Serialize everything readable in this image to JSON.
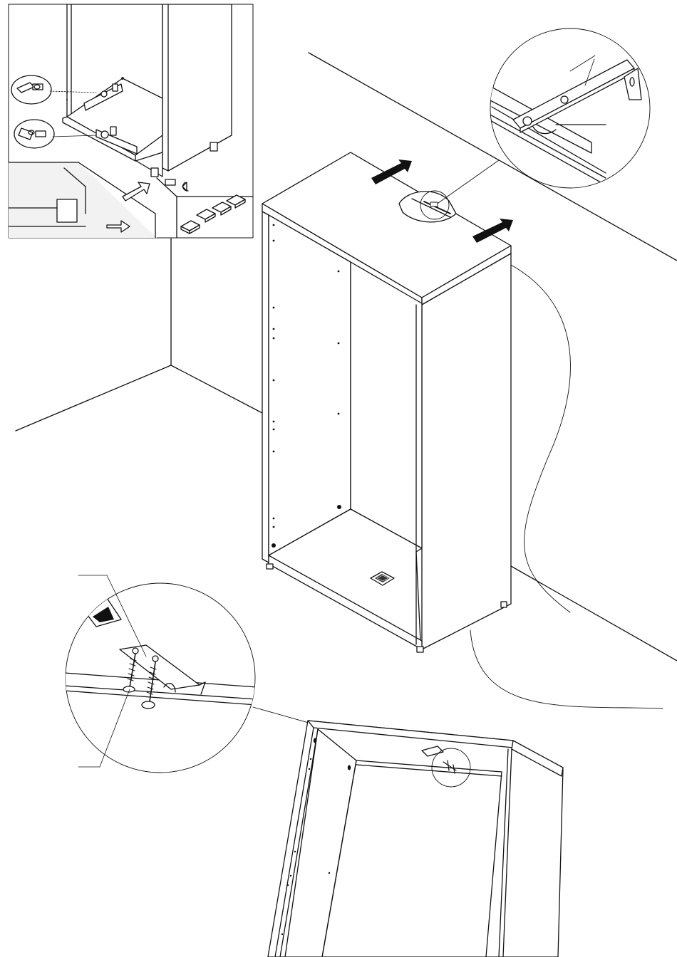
{
  "diagram": {
    "kind": "assembly-instruction",
    "text_labels": [],
    "colors": {
      "line": "#111111",
      "fill": "#ffffff",
      "arrow": "#111111",
      "floor_panel": "#e9e9e9"
    },
    "steps": [
      {
        "name": "inset-leveling-feet",
        "description_visible": false
      },
      {
        "name": "wall-anchor-bracket",
        "description_visible": false
      },
      {
        "name": "push-cabinet-to-wall",
        "description_visible": false
      },
      {
        "name": "bracket-screw-detail",
        "description_visible": false
      }
    ],
    "icons": [
      "arrow-right-icon",
      "screw-icon",
      "bracket-icon",
      "foot-pad-icon",
      "magnifier-circle-icon"
    ]
  }
}
